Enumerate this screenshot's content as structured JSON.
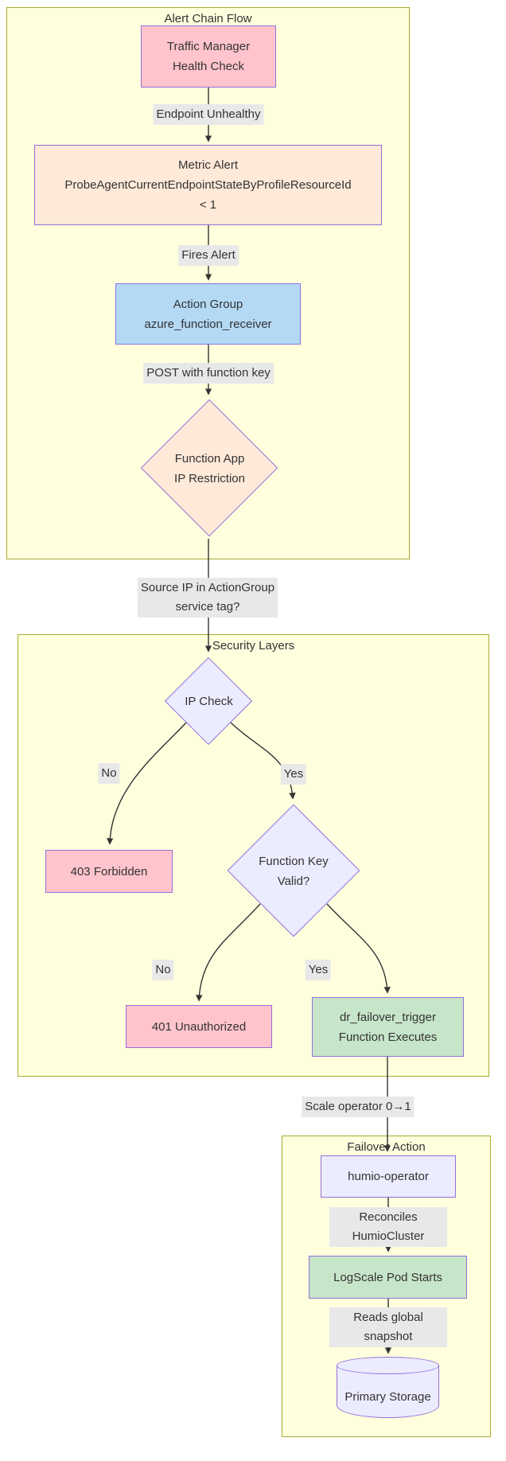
{
  "subgraphs": [
    {
      "title": "Alert Chain Flow"
    },
    {
      "title": "Security Layers"
    },
    {
      "title": "Failover Action"
    }
  ],
  "nodes": {
    "traffic_manager": {
      "label": "Traffic Manager\nHealth Check"
    },
    "metric_alert": {
      "label": "Metric Alert\nProbeAgentCurrentEndpointStateByProfileResourceId\n< 1"
    },
    "action_group": {
      "label": "Action Group\nazure_function_receiver"
    },
    "function_app": {
      "label": "Function App\nIP Restriction"
    },
    "ip_check": {
      "label": "IP Check"
    },
    "forbidden_403": {
      "label": "403 Forbidden"
    },
    "function_key": {
      "label": "Function Key\nValid?"
    },
    "unauthorized_401": {
      "label": "401 Unauthorized"
    },
    "dr_failover": {
      "label": "dr_failover_trigger\nFunction Executes"
    },
    "humio_operator": {
      "label": "humio-operator"
    },
    "logscale_pod": {
      "label": "LogScale Pod Starts"
    },
    "primary_storage": {
      "label": "Primary Storage"
    }
  },
  "edge_labels": {
    "endpoint_unhealthy": "Endpoint Unhealthy",
    "fires_alert": "Fires Alert",
    "post_with_key": "POST with function key",
    "source_ip": "Source IP in ActionGroup\nservice tag?",
    "ip_no": "No",
    "ip_yes": "Yes",
    "key_no": "No",
    "key_yes": "Yes",
    "scale_operator": "Scale operator 0→1",
    "reconciles": "Reconciles HumioCluster",
    "reads_snapshot": "Reads global snapshot"
  },
  "colors": {
    "subgraph_fill": "#ffffde",
    "subgraph_border": "#aaaa33",
    "node_border": "#9370db",
    "pink": "#ffc4cc",
    "peach": "#ffe9d8",
    "blue": "#b3d9f5",
    "green": "#c7e5c9",
    "lavender": "#ececff",
    "edge_label_bg": "#e8e8e8",
    "edge_stroke": "#333333",
    "text": "#333333"
  }
}
